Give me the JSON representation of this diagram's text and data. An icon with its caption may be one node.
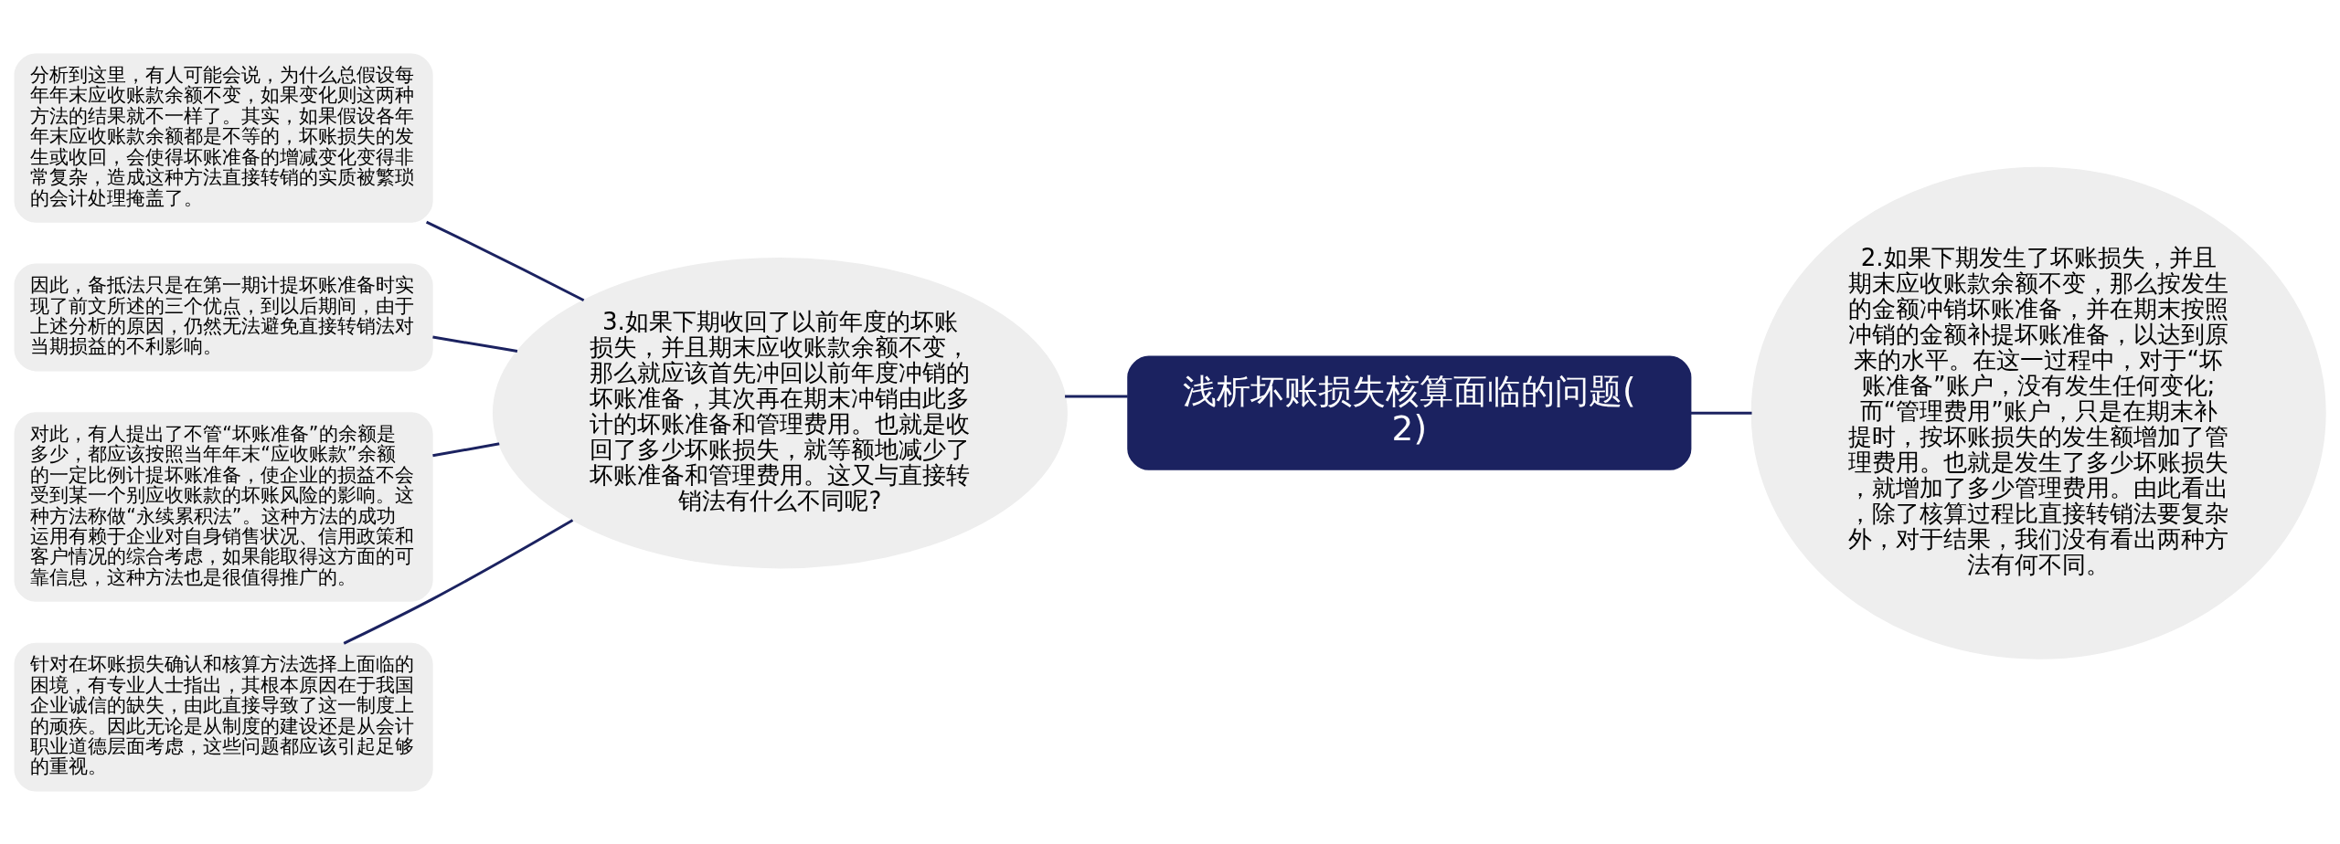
{
  "diagram": {
    "nodes": [
      {
        "text": [
          "浅析坏账损失核算面临的问题(2)"
        ]
      },
      {
        "text": [
          "3.如果下期收回了以前年度的坏账损失，并且期末应收账款余额不变，那么就应该首先冲回以前年度冲销的坏账准备，其次再在期末冲销由此多计的坏账准备和管理费用。也就是收回了多少坏账损失，就等额地减少了坏账准备和管理费用。这又与直接转销法有什么不同呢?"
        ]
      },
      {
        "text": [
          "2.如果下期发生了坏账损失，并且期末应收账款余额不变，那么按发生的金额冲销坏账准备，并在期末按照冲销的金额补提坏账准备，以达到原来的水平。在这一过程中，对于“坏账准备”账户，没有发生任何变化;而“管理费用”账户，只是在期末补提时，按坏账损失的发生额增加了管理费用。也就是发生了多少坏账损失，就增加了多少管理费用。由此看出，除了核算过程比直接转销法要复杂外，对于结果，我们没有看出两种方法有何不同。"
        ]
      },
      {
        "text": [
          "分析到这里，有人可能会说，为什么总假设每年年末应收账款余额不变，如果变化则这两种方法的结果就不一样了。其实，如果假设各年年末应收账款余额都是不等的，坏账损失的发生或收回，会使得坏账准备的增减变化变得非常复杂，造成这种方法直接转销的实质被繁琐的会计处理掩盖了。"
        ]
      },
      {
        "text": [
          "因此，备抵法只是在第一期计提坏账准备时实现了前文所述的三个优点，到以后期间，由于上述分析的原因，仍然无法避免直接转销法对当期损益的不利影响。"
        ]
      },
      {
        "text": [
          "对此，有人提出了不管“坏账准备”的余额是多少，都应该按照当年年末“应收账款”余额的一定比例计提坏账准备，使企业的损益不会受到某一个别应收账款的坏账风险的影响。这种方法称做“永续累积法”。这种方法的成功运用有赖于企业对自身销售状况、信用政策和客户情况的综合考虑，如果能取得这方面的可靠信息，这种方法也是很值得推广的。"
        ]
      },
      {
        "text": [
          "针对在坏账损失确认和核算方法选择上面临的困境，有专业人士指出，其根本原因在于我国企业诚信的缺失，由此直接导致了这一制度上的顽疾。因此无论是从制度的建设还是从会计职业道德层面考虑，这些问题都应该引起足够的重视。"
        ]
      }
    ],
    "edges": [
      {
        "from": 0,
        "to": 1,
        "arrow": "none"
      },
      {
        "from": 0,
        "to": 2,
        "arrow": "none"
      },
      {
        "from": 1,
        "to": 3,
        "arrow": "none"
      },
      {
        "from": 1,
        "to": 4,
        "arrow": "none"
      },
      {
        "from": 1,
        "to": 5,
        "arrow": "none"
      },
      {
        "from": 1,
        "to": 6,
        "arrow": "none"
      }
    ]
  }
}
